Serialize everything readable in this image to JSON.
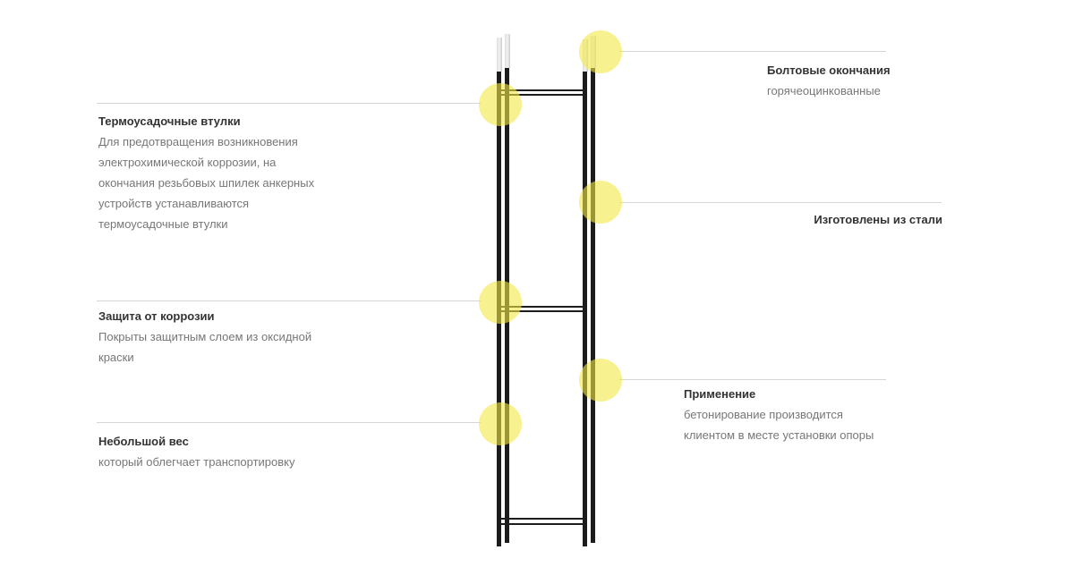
{
  "features": [
    {
      "title": "Термоусадочные втулки",
      "lines": [
        "Для предотвращения возникновения",
        "электрохимической коррозии, на",
        "окончания резьбовых шпилек анкерных",
        "устройств устанавливаются",
        "термоусадочные втулки"
      ]
    },
    {
      "title": "Защита от коррозии",
      "lines": [
        "Покрыты защитным слоем из оксидной",
        "краски"
      ]
    },
    {
      "title": "Небольшой вес",
      "lines": [
        "который облегчает транспортировку"
      ]
    },
    {
      "title": "Болтовые окончания",
      "lines": [
        "горячеоцинкованные"
      ]
    },
    {
      "title": "Изготовлены из стали",
      "lines": []
    },
    {
      "title": "Применение",
      "lines": [
        "бетонирование производится",
        "клиентом в месте установки опоры"
      ]
    }
  ],
  "colors": {
    "highlight": "#f2e846",
    "rod": "#1c1c1c"
  }
}
